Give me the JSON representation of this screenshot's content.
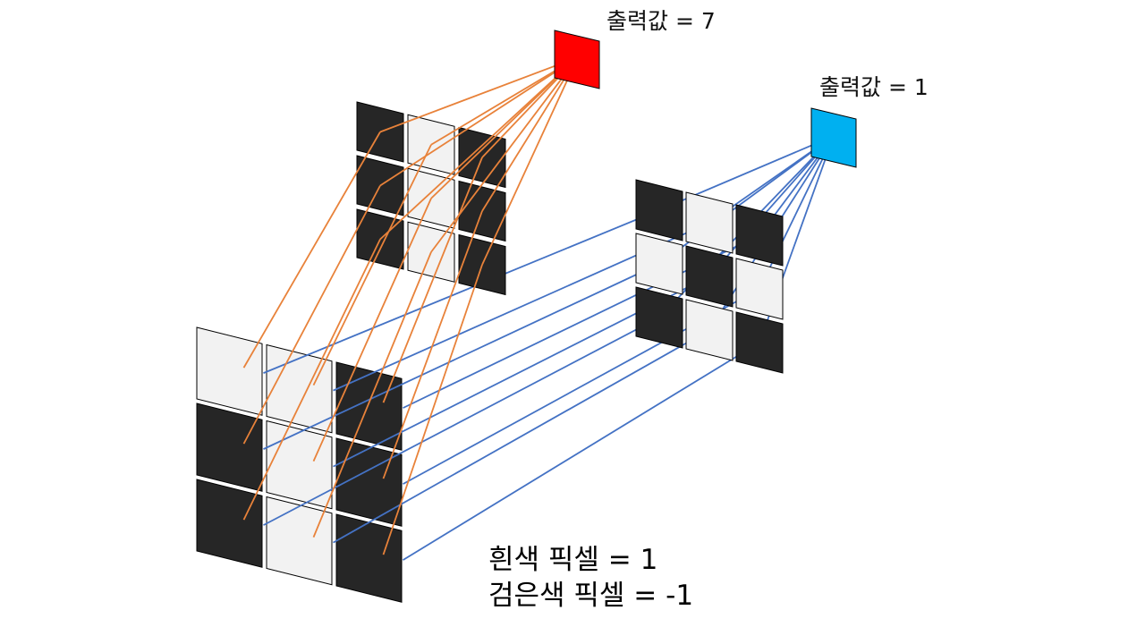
{
  "output_red": {
    "label": "출력값 = 7",
    "color": "#ff0000",
    "value": 7
  },
  "output_blue": {
    "label": "출력값 = 1",
    "color": "#00b0f0",
    "value": 1
  },
  "legend": {
    "white_line": "흰색 픽셀 = 1",
    "black_line": "검은색 픽셀 = -1"
  },
  "colors": {
    "white_pixel": "#f2f2f2",
    "black_pixel": "#262626",
    "orange_line": "#e8823a",
    "blue_line": "#4472c4"
  },
  "grids": {
    "input": [
      [
        "white",
        "white",
        "black"
      ],
      [
        "black",
        "white",
        "black"
      ],
      [
        "black",
        "white",
        "black"
      ]
    ],
    "filter_left": [
      [
        "black",
        "white",
        "black"
      ],
      [
        "black",
        "white",
        "black"
      ],
      [
        "black",
        "white",
        "black"
      ]
    ],
    "filter_right": [
      [
        "black",
        "white",
        "black"
      ],
      [
        "white",
        "black",
        "white"
      ],
      [
        "black",
        "white",
        "black"
      ]
    ]
  }
}
